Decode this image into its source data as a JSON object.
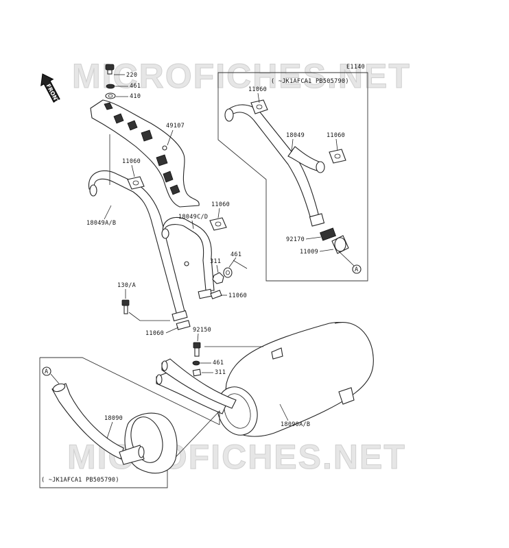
{
  "diagram_code": "E1140",
  "watermark": "MICROFICHES.NET",
  "front_label": "FRONT",
  "variant_note": "(  ~JK1AFCA1 PB505790)",
  "callout_a": "A",
  "labels": {
    "p220": "220",
    "p461_top": "461",
    "p410": "410",
    "p49107": "49107",
    "p11060_left": "11060",
    "p18049ab": "18049A/B",
    "p11060_mid": "11060",
    "p18049cd": "18049C/D",
    "p461_mid": "461",
    "p311_mid": "311",
    "p11060_pipe": "11060",
    "p130a": "130/A",
    "p11060_bottom": "11060",
    "p92150": "92150",
    "p461_low": "461",
    "p311_low": "311",
    "p18090ab": "18090A/B",
    "p18090": "18090",
    "p11060_box1": "11060",
    "p18049_box": "18049",
    "p11060_box2": "11060",
    "p92170": "92170",
    "p11009": "11009"
  }
}
